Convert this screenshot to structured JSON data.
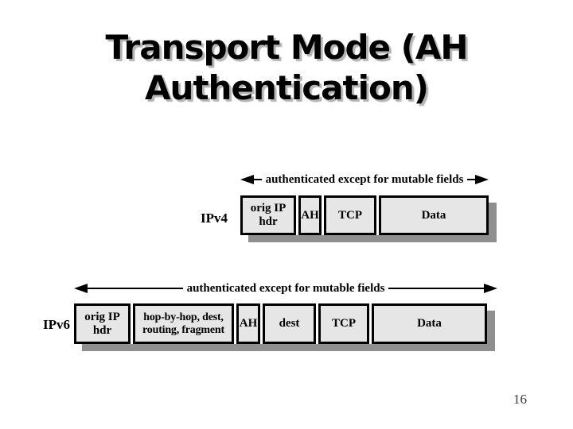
{
  "slide": {
    "title": "Transport Mode (AH\nAuthentication)",
    "page_number": "16"
  },
  "ipv4": {
    "label": "IPv4",
    "arrow_text": "authenticated except for mutable fields",
    "cells": [
      {
        "text": "orig IP\nhdr"
      },
      {
        "text": "AH"
      },
      {
        "text": "TCP"
      },
      {
        "text": "Data"
      }
    ]
  },
  "ipv6": {
    "label": "IPv6",
    "arrow_text": "authenticated except for mutable fields",
    "cells": [
      {
        "text": "orig IP\nhdr"
      },
      {
        "text": "hop-by-hop, dest,\nrouting, fragment"
      },
      {
        "text": "AH"
      },
      {
        "text": "dest"
      },
      {
        "text": "TCP"
      },
      {
        "text": "Data"
      }
    ]
  },
  "colors": {
    "cell_fill": "#e6e6e6",
    "cell_border": "#000000",
    "drop_shadow": "#8f8f8f",
    "title_shadow": "#b4b4b4",
    "text": "#000000"
  }
}
